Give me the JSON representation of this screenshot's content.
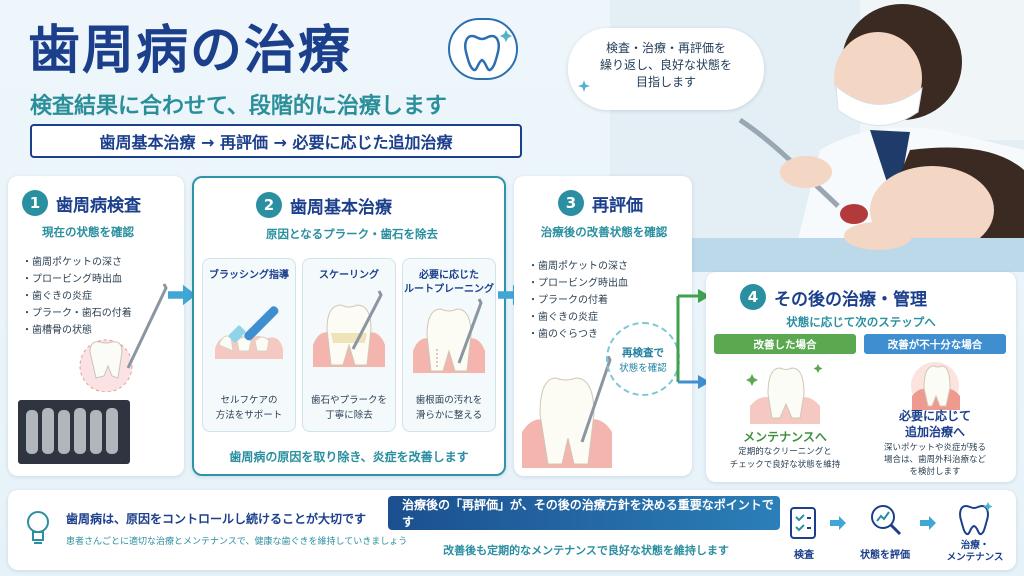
{
  "header": {
    "title": "歯周病の治療",
    "subtitle": "検査結果に合わせて、段階的に治療します",
    "flow": "歯周基本治療 → 再評価 → 必要に応じた追加治療"
  },
  "bubble": {
    "line1": "検査・治療・再評価を",
    "line2": "繰り返し、良好な状態を",
    "line3": "目指します"
  },
  "step1": {
    "num": "1",
    "title": "歯周病検査",
    "subtitle": "現在の状態を確認",
    "items": [
      "・歯周ポケットの深さ",
      "・プロービング時出血",
      "・歯ぐきの炎症",
      "・プラーク・歯石の付着",
      "・歯槽骨の状態"
    ]
  },
  "step2": {
    "num": "2",
    "title": "歯周基本治療",
    "subtitle": "原因となるプラーク・歯石を除去",
    "sub1": {
      "title": "ブラッシング指導",
      "desc1": "セルフケアの",
      "desc2": "方法をサポート"
    },
    "sub2": {
      "title": "スケーリング",
      "desc1": "歯石やプラークを",
      "desc2": "丁寧に除去"
    },
    "sub3": {
      "title1": "必要に応じた",
      "title2": "ルートプレーニング",
      "desc1": "歯根面の汚れを",
      "desc2": "滑らかに整える"
    },
    "footer": "歯周病の原因を取り除き、炎症を改善します"
  },
  "step3": {
    "num": "3",
    "title": "再評価",
    "subtitle": "治療後の改善状態を確認",
    "items": [
      "・歯周ポケットの深さ",
      "・プロービング時出血",
      "・プラークの付着",
      "・歯ぐきの炎症",
      "・歯のぐらつき"
    ],
    "cycle1": "再検査で",
    "cycle2": "状態を確認"
  },
  "step4": {
    "num": "4",
    "title": "その後の治療・管理",
    "subtitle": "状態に応じて次のステップへ",
    "good": {
      "label": "改善した場合",
      "result": "メンテナンスへ",
      "desc1": "定期的なクリーニングと",
      "desc2": "チェックで良好な状態を維持"
    },
    "bad": {
      "label": "改善が不十分な場合",
      "result1": "必要に応じて",
      "result2": "追加治療へ",
      "desc1": "深いポケットや炎症が残る",
      "desc2": "場合は、歯周外科治療など",
      "desc3": "を検討します"
    }
  },
  "bottom": {
    "tip_title": "歯周病は、原因をコントロールし続けることが大切です",
    "tip_desc": "患者さんごとに適切な治療とメンテナンスで、健康な歯ぐきを維持していきましょう",
    "band": "治療後の「再評価」が、その後の治療方針を決める重要なポイントです",
    "band_sub": "改善後も定期的なメンテナンスで良好な状態を維持します",
    "flow": [
      {
        "label": "検査",
        "icon": "checklist-icon"
      },
      {
        "label": "状態を評価",
        "icon": "magnifier-chart-icon"
      },
      {
        "label1": "治療・",
        "label2": "メンテナンス",
        "icon": "tooth-icon"
      }
    ]
  },
  "colors": {
    "navy": "#1c3f8c",
    "teal": "#2a8fa0",
    "green": "#5aa84f",
    "blue": "#3f8fd0"
  }
}
